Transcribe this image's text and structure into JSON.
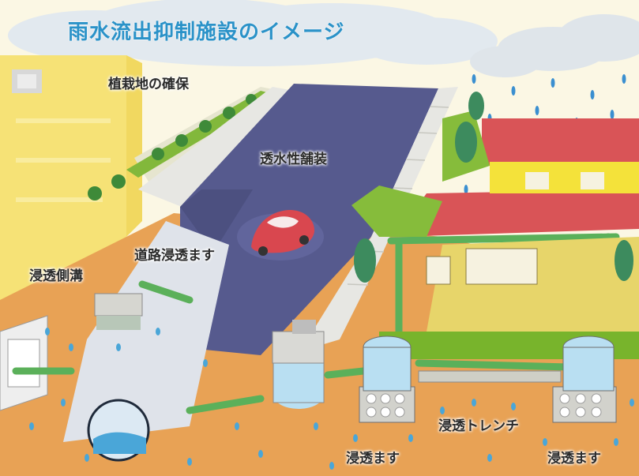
{
  "title": "雨水流出抑制施設のイメージ",
  "labels": {
    "planting": "植栽地の確保",
    "permeable_pavement": "透水性舗装",
    "road_infiltration_basin": "道路浸透ます",
    "infiltration_gutter": "浸透側溝",
    "infiltration_trench": "浸透トレンチ",
    "infiltration_basin_left": "浸透ます",
    "infiltration_basin_right": "浸透ます"
  },
  "colors": {
    "title": "#2a92c8",
    "sky": "#fbf7e4",
    "cloud": "#e2e9ef",
    "building": "#f6e276",
    "road": "#565a8e",
    "sidewalk": "#e7e7e3",
    "soil": "#e8a255",
    "house_wall": "#f4e23a",
    "roof": "#d95457",
    "grass": "#78b42c",
    "water": "#4aa6d8",
    "pipe": "#5bb05a",
    "car": "#d9474f"
  }
}
